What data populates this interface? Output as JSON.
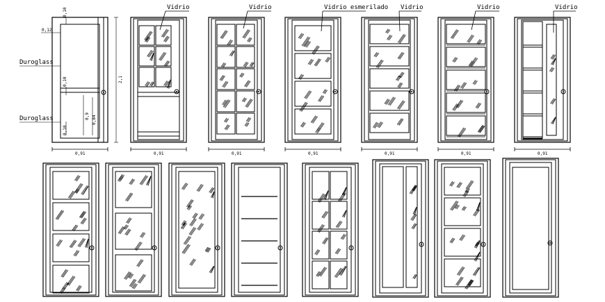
{
  "labels": {
    "vidrio": "Vidrio",
    "vidrio_esmerilado": "Vidrio esmerilado",
    "duroglass": "Duroglass"
  },
  "dimensions": {
    "width": "0,91",
    "height_total": "2,1",
    "top_gap": "0,10",
    "frame": "0,12",
    "mid_gap": "0,10",
    "lower": "0,9",
    "lower_b": "0,84",
    "bottom_gap": "0,10"
  },
  "colors": {
    "line": "#000000",
    "background": "#ffffff"
  },
  "doors": [
    {
      "id": "door-1",
      "type": "duroglass-dimensioned"
    },
    {
      "id": "door-2",
      "type": "six-pane-glass-top-solid-bottom",
      "label": "vidrio"
    },
    {
      "id": "door-3",
      "type": "ten-pane-glass",
      "label": "vidrio"
    },
    {
      "id": "door-4",
      "type": "four-frosted-panels",
      "label": "vidrio_esmerilado"
    },
    {
      "id": "door-5",
      "type": "five-glass-bands",
      "label": "vidrio"
    },
    {
      "id": "door-6",
      "type": "five-glass-bands-thin",
      "label": "vidrio"
    },
    {
      "id": "door-7",
      "type": "narrow-glass-side-strip",
      "label": "vidrio"
    },
    {
      "id": "door-8",
      "type": "four-glass-bands"
    },
    {
      "id": "door-9",
      "type": "three-glass-panels"
    },
    {
      "id": "door-10",
      "type": "single-full-glass"
    },
    {
      "id": "door-11",
      "type": "solid-five-lines"
    },
    {
      "id": "door-12",
      "type": "eight-pane-glass"
    },
    {
      "id": "door-13",
      "type": "solid-with-side-glass-strip"
    },
    {
      "id": "door-14",
      "type": "four-glass-panels"
    },
    {
      "id": "door-15",
      "type": "plain-solid"
    }
  ]
}
